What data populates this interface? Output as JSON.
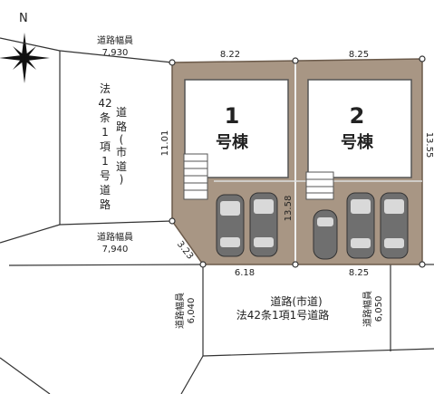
{
  "compass": {
    "north_label": "N",
    "icon": "compass-rose-icon"
  },
  "lots": [
    {
      "number": "1",
      "label": "号棟"
    },
    {
      "number": "2",
      "label": "号棟"
    }
  ],
  "dimensions": {
    "top_lot1": "8.22",
    "top_lot2": "8.25",
    "left_side": "11.01",
    "middle": "13.58",
    "right_side": "13.55",
    "corner": "3.23",
    "bottom_lot1": "6.18",
    "bottom_lot2": "8.25"
  },
  "roads": {
    "west": {
      "width_top_label": "道路幅員",
      "width_top_value": "7,930",
      "width_bottom_label": "道路幅員",
      "width_bottom_value": "7,940",
      "name_chars": [
        "法",
        "42",
        "条",
        "1",
        "項",
        "1",
        "号",
        "道",
        "路"
      ],
      "city_chars": [
        "道",
        "路",
        "(",
        "市",
        "道",
        ")"
      ]
    },
    "south": {
      "name_line1": "道路(市道)",
      "name_line2": "法42条1項1号道路",
      "left_width_label": "道路幅員",
      "left_width_value": "6,040",
      "right_width_label": "道路幅員",
      "right_width_value": "6,050"
    }
  },
  "colors": {
    "lot_fill": "#a89684",
    "lot_stroke": "#6b5a4a",
    "house_fill": "#ffffff",
    "car_fill": "#7a7a7a",
    "line": "#333333"
  }
}
